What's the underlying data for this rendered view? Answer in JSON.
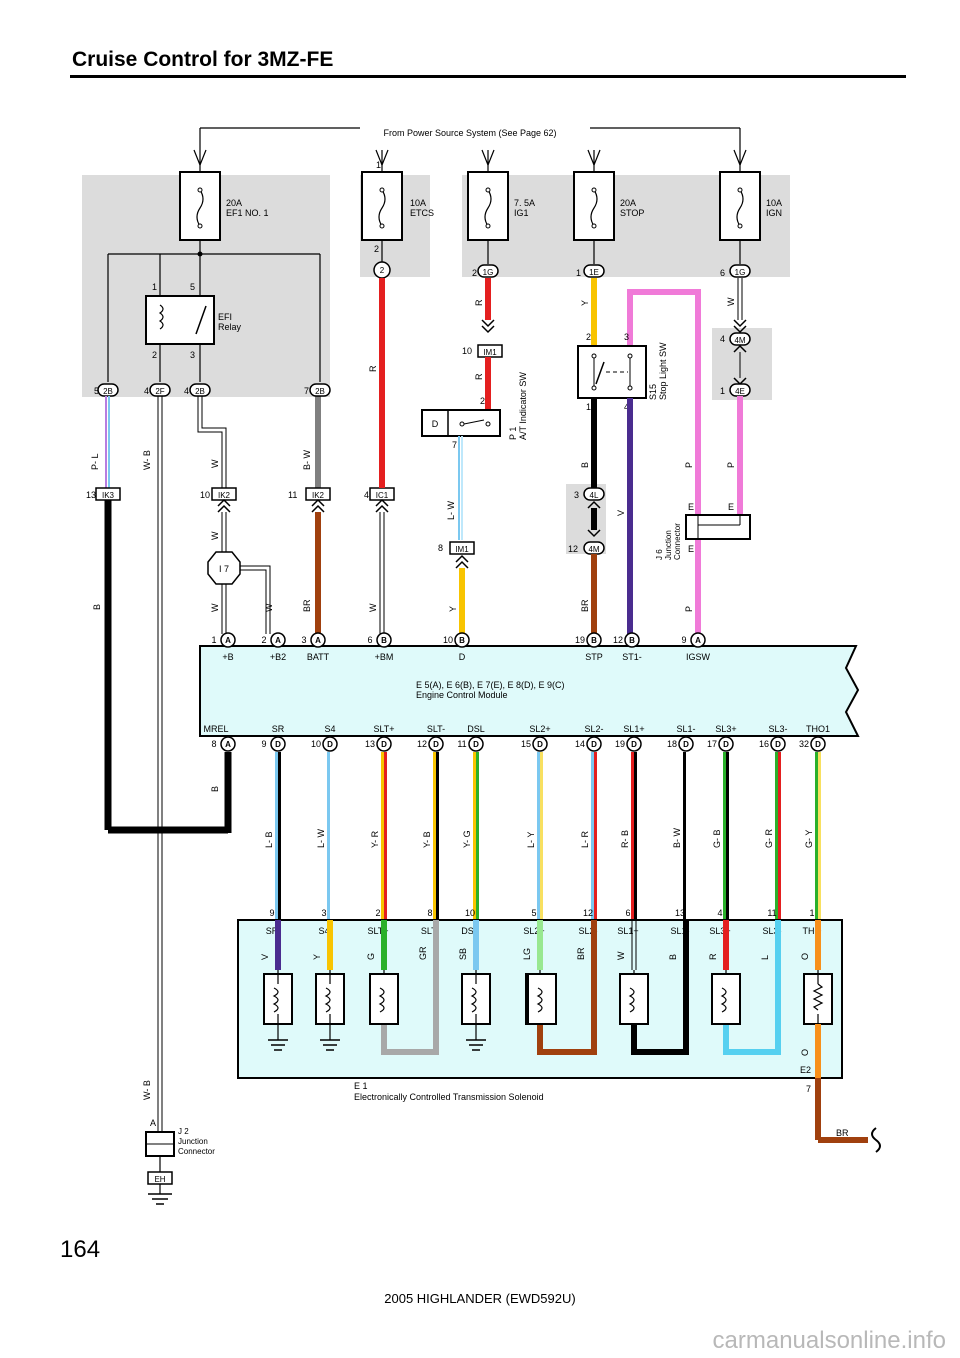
{
  "page": {
    "title": "Cruise Control for 3MZ-FE",
    "page_number": "164",
    "footer": "2005 HIGHLANDER (EWD592U)",
    "watermark": "carmanualsonline.info"
  },
  "power_source_label": "From Power Source System (See Page 62)",
  "fuses": [
    {
      "label": "20A",
      "name": "EF1 NO. 1"
    },
    {
      "label": "10A",
      "name": "ETCS"
    },
    {
      "label": "7. 5A",
      "name": "IG1"
    },
    {
      "label": "20A",
      "name": "STOP"
    },
    {
      "label": "10A",
      "name": "IGN"
    }
  ],
  "relay": {
    "name": "EFI",
    "sub": "Relay",
    "pins": [
      "1",
      "5",
      "2",
      "3"
    ]
  },
  "components": {
    "at_indicator": {
      "code": "P 1",
      "name": "A/T Indicator SW",
      "letter": "D"
    },
    "stop_light": {
      "code": "S15",
      "name": "Stop Light SW"
    },
    "junction_j6": {
      "code": "J 6",
      "name1": "Junction",
      "name2": "Connector"
    },
    "junction_j2": {
      "code": "J 2",
      "name1": "Junction",
      "name2": "Connector",
      "ground": "EH"
    },
    "ecm": {
      "code": "E 5(A), E 6(B), E 7(E), E 8(D), E 9(C)",
      "name": "Engine Control Module"
    },
    "solenoid": {
      "code": "E 1",
      "name": "Electronically Controlled Transmission Solenoid"
    },
    "i7": "I 7"
  },
  "connectors": [
    "2B",
    "2F",
    "2B",
    "2B",
    "IK3",
    "IK2",
    "IK2",
    "IC1",
    "1G",
    "IM1",
    "IM1",
    "1E",
    "4L",
    "4M",
    "1G",
    "4M",
    "4E"
  ],
  "ecm_top_pins": [
    {
      "pin": "1",
      "conn": "A",
      "name": "+B"
    },
    {
      "pin": "2",
      "conn": "A",
      "name": "+B2"
    },
    {
      "pin": "3",
      "conn": "A",
      "name": "BATT"
    },
    {
      "pin": "6",
      "conn": "B",
      "name": "+BM"
    },
    {
      "pin": "10",
      "conn": "B",
      "name": "D"
    },
    {
      "pin": "19",
      "conn": "B",
      "name": "STP"
    },
    {
      "pin": "12",
      "conn": "B",
      "name": "ST1-"
    },
    {
      "pin": "9",
      "conn": "A",
      "name": "IGSW"
    }
  ],
  "ecm_bottom_pins": [
    {
      "pin": "8",
      "conn": "A",
      "name": "MREL",
      "wire": "B"
    },
    {
      "pin": "9",
      "conn": "D",
      "name": "SR",
      "wire": "L- B"
    },
    {
      "pin": "10",
      "conn": "D",
      "name": "S4",
      "wire": "L- W"
    },
    {
      "pin": "13",
      "conn": "D",
      "name": "SLT+",
      "wire": "Y- R"
    },
    {
      "pin": "12",
      "conn": "D",
      "name": "SLT-",
      "wire": "Y- B"
    },
    {
      "pin": "11",
      "conn": "D",
      "name": "DSL",
      "wire": "Y- G"
    },
    {
      "pin": "15",
      "conn": "D",
      "name": "SL2+",
      "wire": "L- Y"
    },
    {
      "pin": "14",
      "conn": "D",
      "name": "SL2-",
      "wire": "L- R"
    },
    {
      "pin": "19",
      "conn": "D",
      "name": "SL1+",
      "wire": "R- B"
    },
    {
      "pin": "18",
      "conn": "D",
      "name": "SL1-",
      "wire": "B- W"
    },
    {
      "pin": "17",
      "conn": "D",
      "name": "SL3+",
      "wire": "G- B"
    },
    {
      "pin": "16",
      "conn": "D",
      "name": "SL3-",
      "wire": "G- R"
    },
    {
      "pin": "32",
      "conn": "D",
      "name": "THO1",
      "wire": "G- Y"
    }
  ],
  "solenoid_pins": [
    {
      "pin": "9",
      "name": "SR",
      "wire": "V"
    },
    {
      "pin": "3",
      "name": "S4",
      "wire": "Y"
    },
    {
      "pin": "2",
      "name": "SLT+",
      "wire": "G"
    },
    {
      "pin": "8",
      "name": "SLT-",
      "wire": "GR"
    },
    {
      "pin": "10",
      "name": "DSL",
      "wire": "SB"
    },
    {
      "pin": "5",
      "name": "SL2+",
      "wire": "LG"
    },
    {
      "pin": "12",
      "name": "SL2-",
      "wire": "BR"
    },
    {
      "pin": "6",
      "name": "SL1+",
      "wire": "W"
    },
    {
      "pin": "13",
      "name": "SL1-",
      "wire": "B"
    },
    {
      "pin": "4",
      "name": "SL3+",
      "wire": "R"
    },
    {
      "pin": "11",
      "name": "SL3-",
      "wire": "L"
    },
    {
      "pin": "1",
      "name": "THO",
      "wire": "O"
    }
  ],
  "misc_labels": {
    "e2": "E2",
    "e2pin": "7",
    "o": "O",
    "br": "BR",
    "wb": "W- B",
    "a": "A",
    "pl": "P- L",
    "w": "W",
    "bw": "B- W",
    "r": "R",
    "lw": "L- W",
    "y": "Y",
    "b": "B",
    "v": "V",
    "p": "P",
    "e": "E",
    "brw": "BR"
  }
}
